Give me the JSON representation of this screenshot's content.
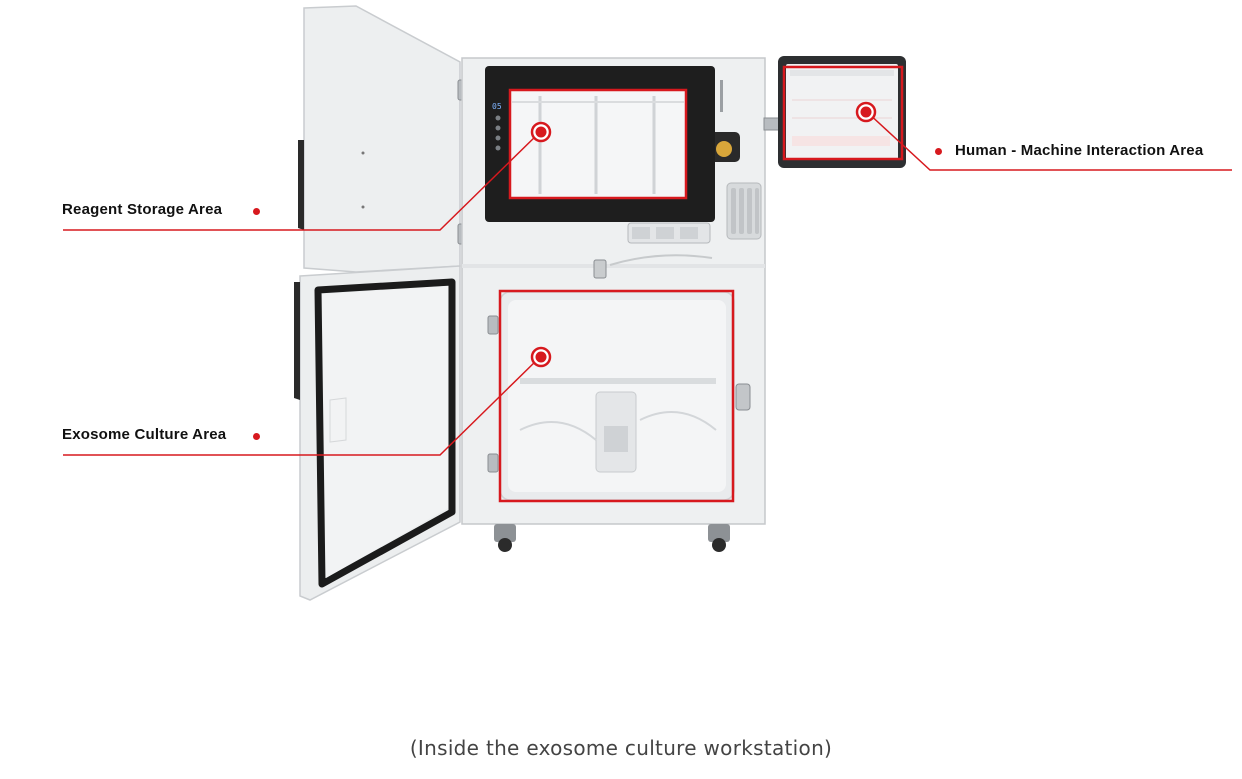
{
  "labels": {
    "reagent": "Reagent Storage Area",
    "exosome": "Exosome Culture Area",
    "hmi": "Human - Machine Interaction Area"
  },
  "caption": "(Inside the exosome culture workstation)",
  "display_readout": "05",
  "colors": {
    "accent": "#d7191e",
    "cabinet": "#eef0f1",
    "door": "#f2f3f4",
    "seal": "#1b1b1b",
    "window_frame": "#1e1e1e",
    "glass": "#f4f5f6"
  }
}
